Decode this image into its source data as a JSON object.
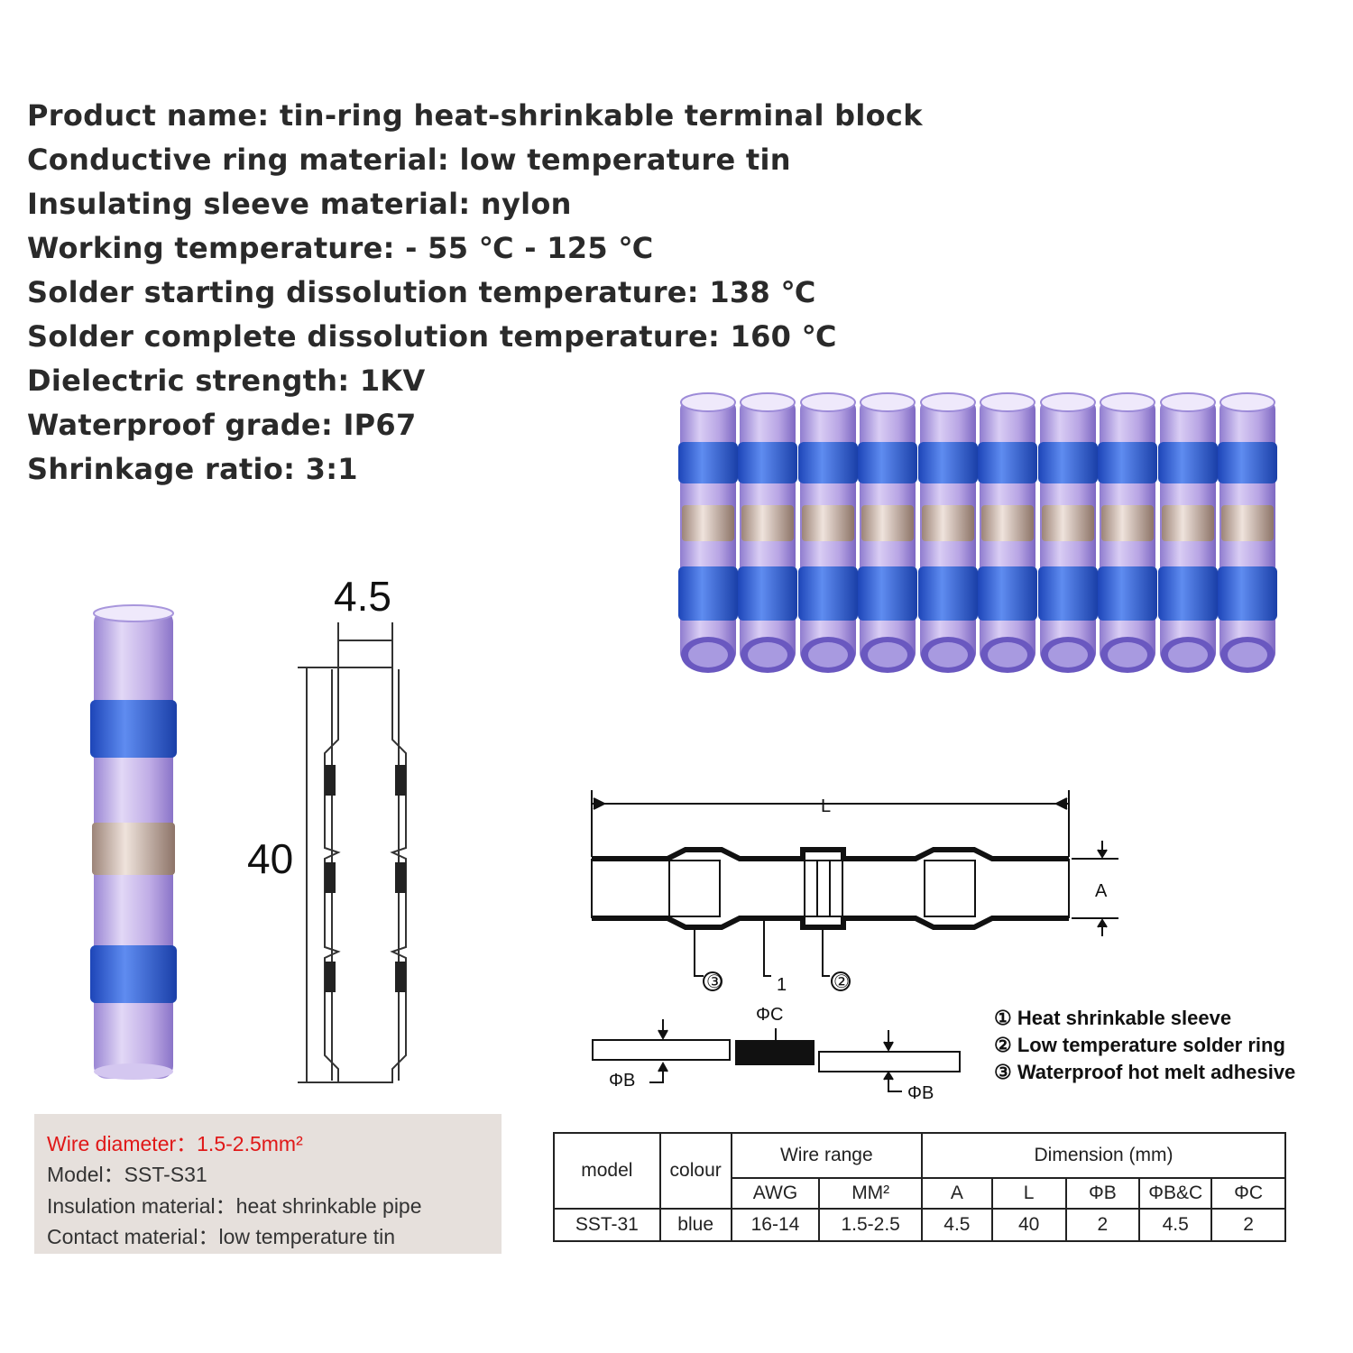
{
  "specs": [
    "Product name: tin-ring heat-shrinkable terminal block",
    "Conductive ring material: low temperature tin",
    "Insulating sleeve material: nylon",
    "Working temperature: - 55 ℃ - 125 ℃",
    "Solder starting dissolution temperature: 138 ℃",
    "Solder complete dissolution temperature: 160 ℃",
    "Dielectric strength: 1KV",
    "Waterproof grade: IP67",
    "Shrinkage ratio: 3:1"
  ],
  "dimension_drawing": {
    "width_label": "4.5",
    "length_label": "40"
  },
  "info_box": {
    "wire_diameter": "Wire diameter：1.5-2.5mm²",
    "model": "Model：SST-S31",
    "insulation": "Insulation material：heat shrinkable pipe",
    "contact": "Contact material：low temperature tin"
  },
  "diagram": {
    "L": "L",
    "A": "A",
    "n1": "1",
    "n2": "②",
    "n3": "③",
    "phiC": "ΦC",
    "phiB_left": "ΦB",
    "phiB_right": "ΦB"
  },
  "legend": [
    "① Heat shrinkable sleeve",
    "② Low temperature solder ring",
    "③ Waterproof hot melt adhesive"
  ],
  "table": {
    "h_model": "model",
    "h_colour": "colour",
    "h_wire_range": "Wire range",
    "h_dimension": "Dimension (mm)",
    "h_awg": "AWG",
    "h_mm2": "MM²",
    "h_a": "A",
    "h_l": "L",
    "h_phib": "ΦB",
    "h_phibc": "ΦB&C",
    "h_phic": "ΦC",
    "row": {
      "model": "SST-31",
      "colour": "blue",
      "awg": "16-14",
      "mm2": "1.5-2.5",
      "a": "4.5",
      "l": "40",
      "phib": "2",
      "phibc": "4.5",
      "phic": "2"
    }
  },
  "colors": {
    "sleeve": "#b9a6df",
    "band": "#2d5fd6",
    "ring": "#c9b4a8"
  }
}
